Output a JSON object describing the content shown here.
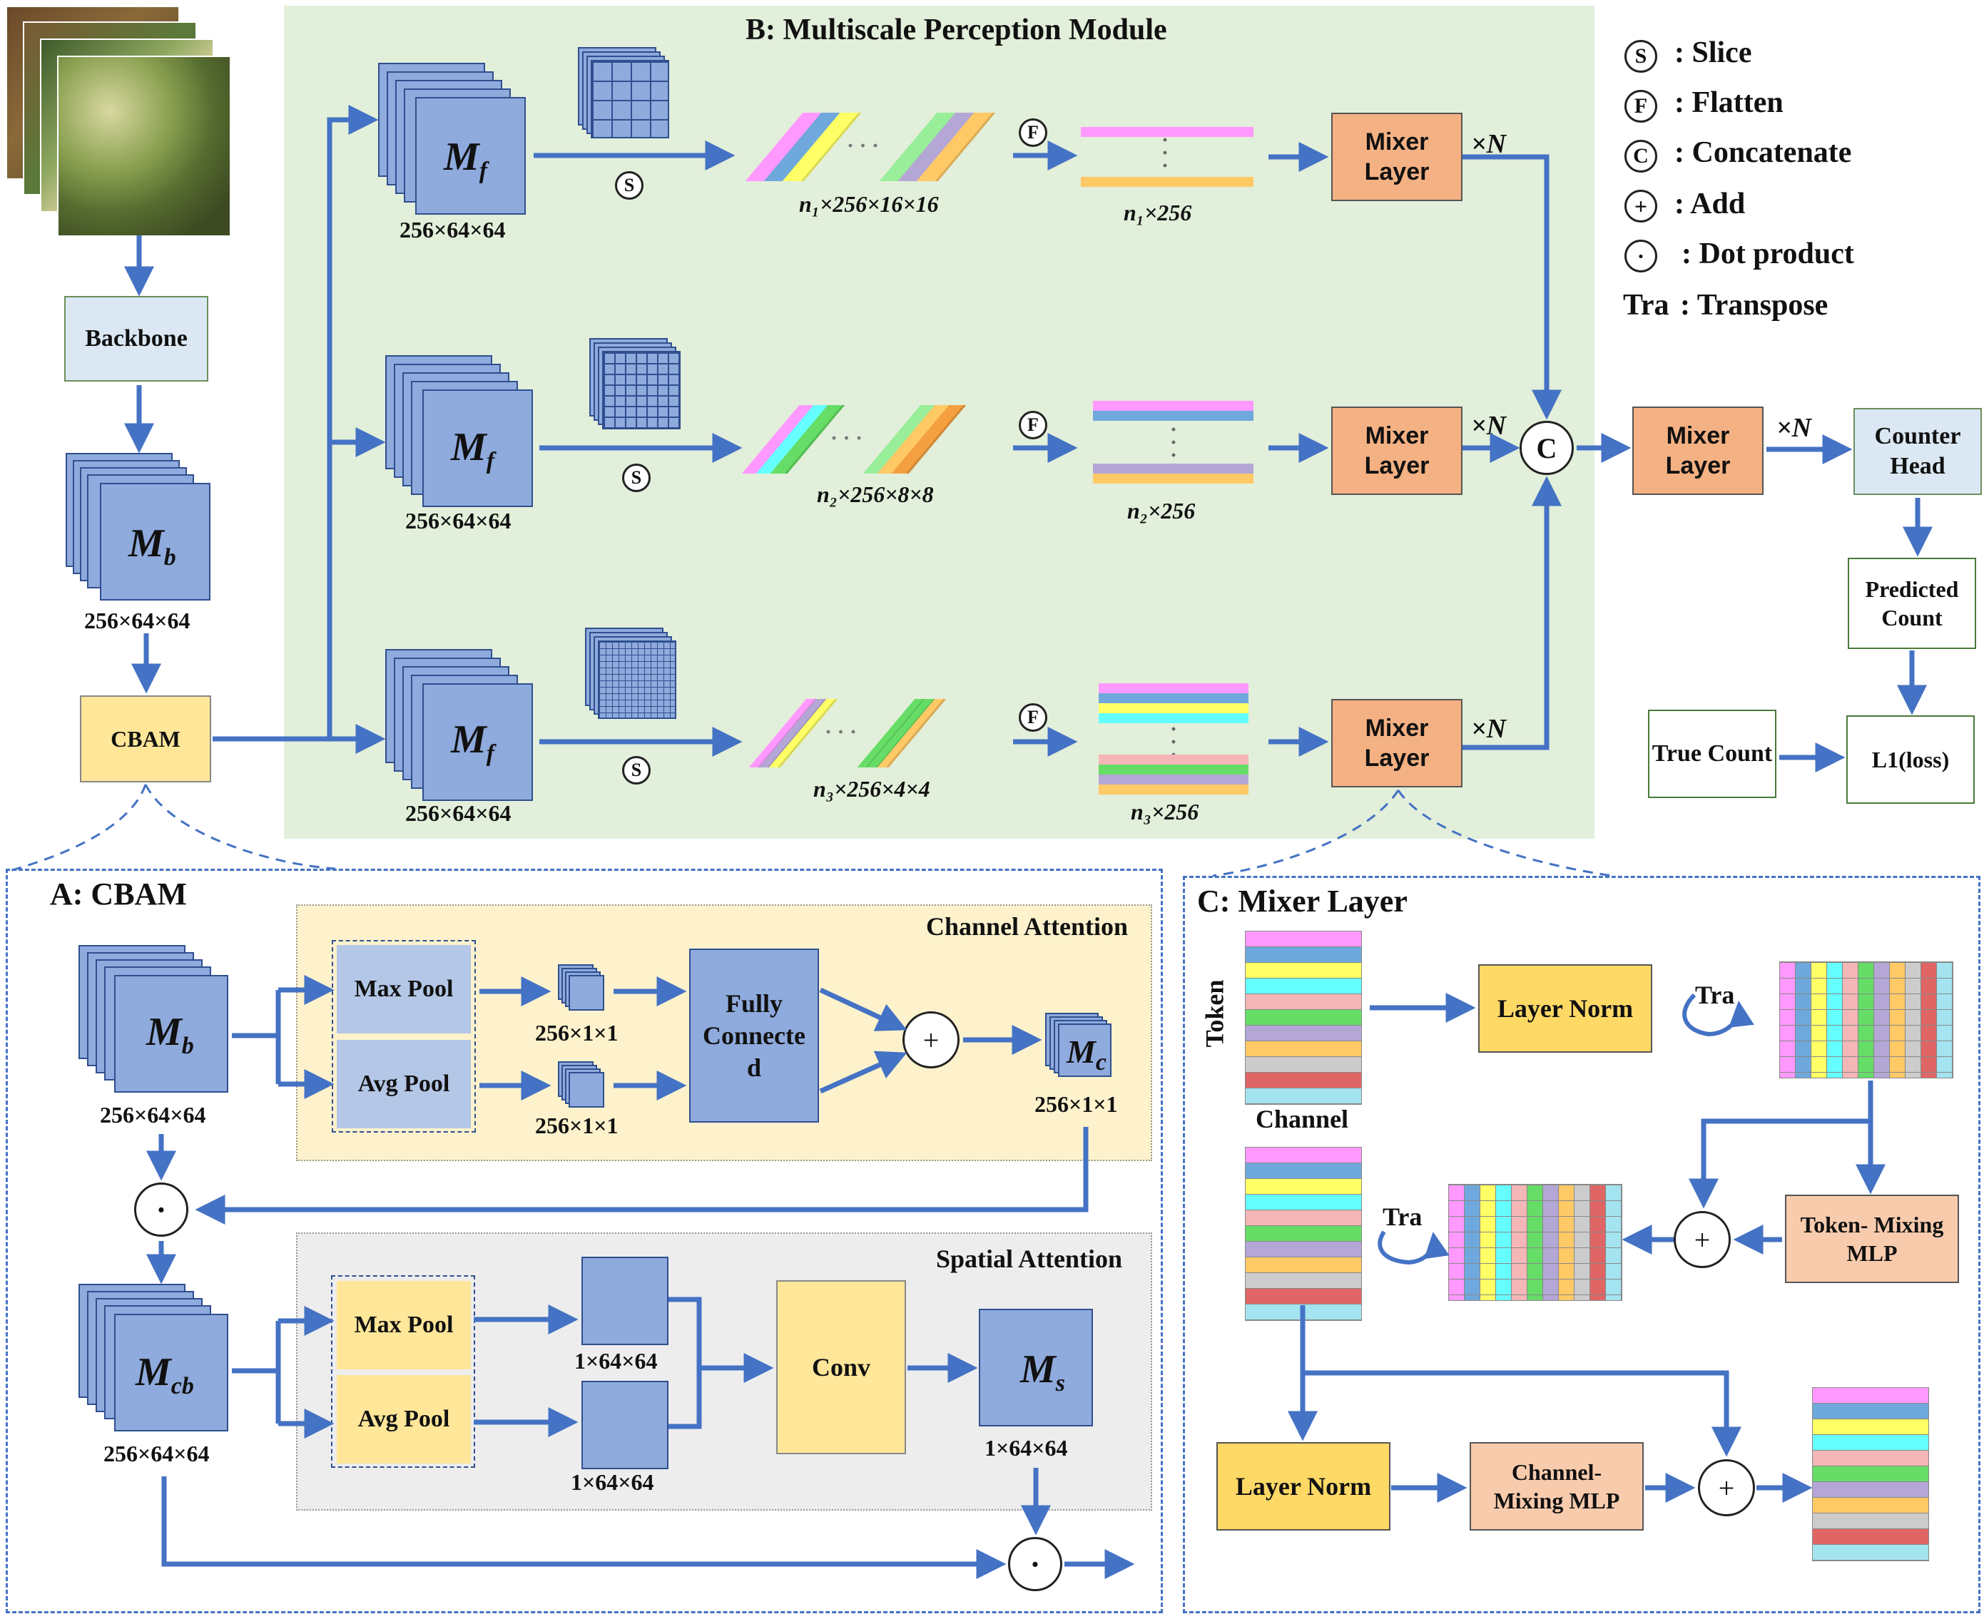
{
  "panel_b_title": "B: Multiscale Perception Module",
  "panel_a_title": "A: CBAM",
  "panel_c_title": "C: Mixer Layer",
  "legend": [
    {
      "symbol": "S",
      "text": ": Slice"
    },
    {
      "symbol": "F",
      "text": ": Flatten"
    },
    {
      "symbol": "C",
      "text": ": Concatenate"
    },
    {
      "symbol": "+",
      "text": ": Add"
    },
    {
      "symbol": "·",
      "text": ": Dot product"
    },
    {
      "symbol": "Tra",
      "text": ": Transpose"
    }
  ],
  "main": {
    "backbone": "Backbone",
    "mb_label": "M",
    "mb_sub": "b",
    "mb_dim": "256×64×64",
    "cbam": "CBAM",
    "mf_label": "M",
    "mf_sub": "f",
    "mf_dim": "256×64×64",
    "slice_sym": "S",
    "flatten_sym": "F",
    "concat_sym": "C",
    "branch1_patch": "n₁×256×16×16",
    "branch2_patch": "n₂×256×8×8",
    "branch3_patch": "n₃×256×4×4",
    "branch1_flat": "n₁×256",
    "branch2_flat": "n₂×256",
    "branch3_flat": "n₃×256",
    "mixer_layer": "Mixer Layer",
    "times_n": "×N",
    "counter_head": "Counter Head",
    "predicted_count": "Predicted Count",
    "true_count": "True Count",
    "loss": "L1(loss)"
  },
  "cbam": {
    "channel_attention": "Channel Attention",
    "spatial_attention": "Spatial Attention",
    "max_pool": "Max Pool",
    "avg_pool": "Avg Pool",
    "pooled_dim": "256×1×1",
    "fully_connected": "Fully Connecte d",
    "mc_label": "M",
    "mc_sub": "c",
    "mc_dim": "256×1×1",
    "mcb_label": "M",
    "mcb_sub": "cb",
    "mcb_dim": "256×64×64",
    "mb_dim": "256×64×64",
    "spatial_dim": "1×64×64",
    "conv": "Conv",
    "ms_label": "M",
    "ms_sub": "s",
    "ms_dim": "1×64×64",
    "plus": "+",
    "dot": "·"
  },
  "mixer": {
    "token": "Token",
    "channel": "Channel",
    "layer_norm": "Layer Norm",
    "tra": "Tra",
    "token_mixing_mlp": "Token- Mixing MLP",
    "channel_mixing_mlp": "Channel- Mixing MLP",
    "plus": "+"
  },
  "colors": {
    "panel_green": "#e2efda",
    "arrow_blue": "#4472c4",
    "block_blue": "#8faadc",
    "mixer_orange": "#f4b183",
    "cbam_yellow": "#ffe699",
    "channel_bg": "#fdf2cc",
    "spatial_bg": "#ededed",
    "stripes": [
      "#ff99ff",
      "#6fa8dc",
      "#ffff66",
      "#66ffff",
      "#f4b6b6",
      "#66dd66",
      "#b4a7d6",
      "#ffc966",
      "#cccccc",
      "#e06666",
      "#a4e4f0"
    ]
  }
}
